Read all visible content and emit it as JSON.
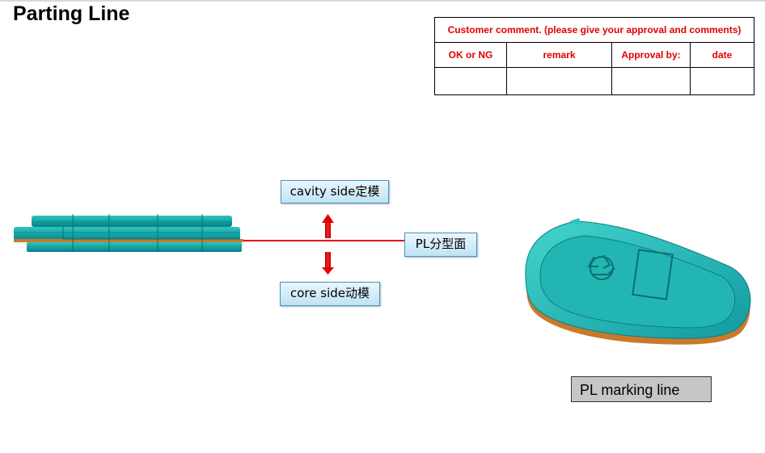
{
  "page": {
    "title": "Parting Line"
  },
  "comment_table": {
    "header": "Customer comment. (please give your approval and comments)",
    "columns": [
      "OK or NG",
      "remark",
      "Approval by:",
      "date"
    ],
    "values": [
      "",
      "",
      "",
      ""
    ]
  },
  "labels": {
    "cavity_side": "cavity side定模",
    "pl": "PL分型面",
    "core_side": "core side动模",
    "pl_marking_line": "PL marking line"
  },
  "colors": {
    "accent_red": "#e00000",
    "part_teal": "#1aa3a3",
    "part_orange": "#c87a2a"
  }
}
